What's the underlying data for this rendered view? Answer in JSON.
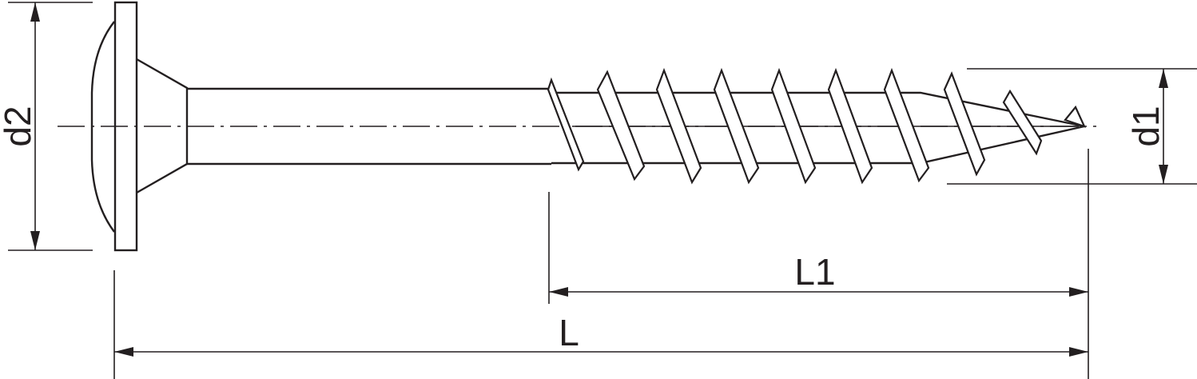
{
  "dimensions": {
    "head_diameter": "d2",
    "thread_diameter": "d1",
    "thread_length": "L1",
    "total_length": "L"
  },
  "colors": {
    "line": "#231f20",
    "background": "#ffffff"
  }
}
